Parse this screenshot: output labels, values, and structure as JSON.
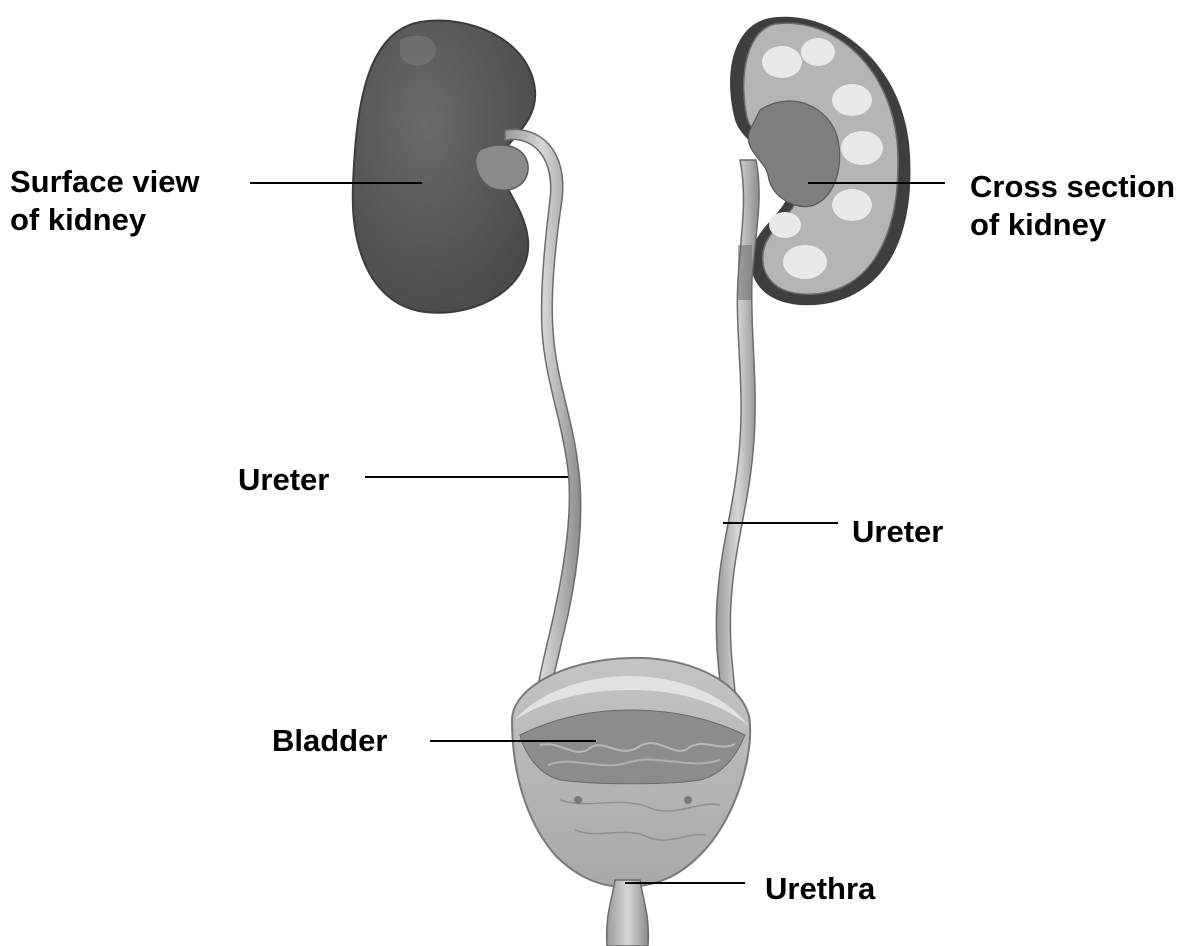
{
  "labels": {
    "surface_kidney": {
      "line1": "Surface view",
      "line2": "of kidney"
    },
    "cross_kidney": {
      "line1": "Cross section",
      "line2": "of kidney"
    },
    "ureter_left": "Ureter",
    "ureter_right": "Ureter",
    "bladder": "Bladder",
    "urethra": "Urethra"
  }
}
